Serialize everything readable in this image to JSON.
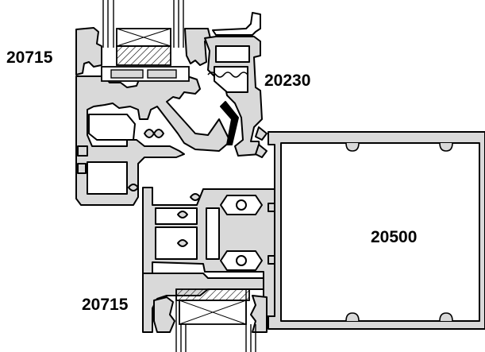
{
  "drawing": {
    "profile_labels": [
      {
        "text": "20715"
      },
      {
        "text": "20230"
      },
      {
        "text": "20500"
      },
      {
        "text": "20715"
      }
    ]
  },
  "colors": {
    "profile_fill": "#d9d9d9",
    "outline": "#000000",
    "background": "#ffffff",
    "hatch": "#000000"
  }
}
